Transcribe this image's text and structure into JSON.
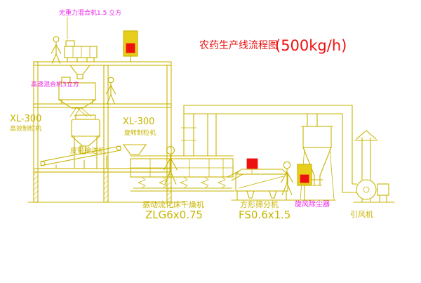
{
  "colors": {
    "line": "#c8b400",
    "magenta": "#ee22ee",
    "red": "#ee1111",
    "panel": "#e6ce1b",
    "bg": "#ffffff"
  },
  "title": {
    "main": "农药生产线流程图",
    "capacity": "(500kg/h)"
  },
  "labels": {
    "top_mixer": "无重力混合机1.5 立方",
    "highspeed_mixer": "高速混合机3立方",
    "granulator_left_model": "XL-300",
    "granulator_left_name": "高效制粒机",
    "granulator_mid_model": "XL-300",
    "granulator_mid_name": "旋转制粒机",
    "belt_conveyor": "皮带输送机",
    "dryer_name": "振动流化床干燥机",
    "dryer_model": "ZLG6x0.75",
    "sifter_name": "方形筛分机",
    "sifter_model": "FS0.6x1.5",
    "cyclone": "旋风除尘器",
    "fan": "引风机"
  }
}
